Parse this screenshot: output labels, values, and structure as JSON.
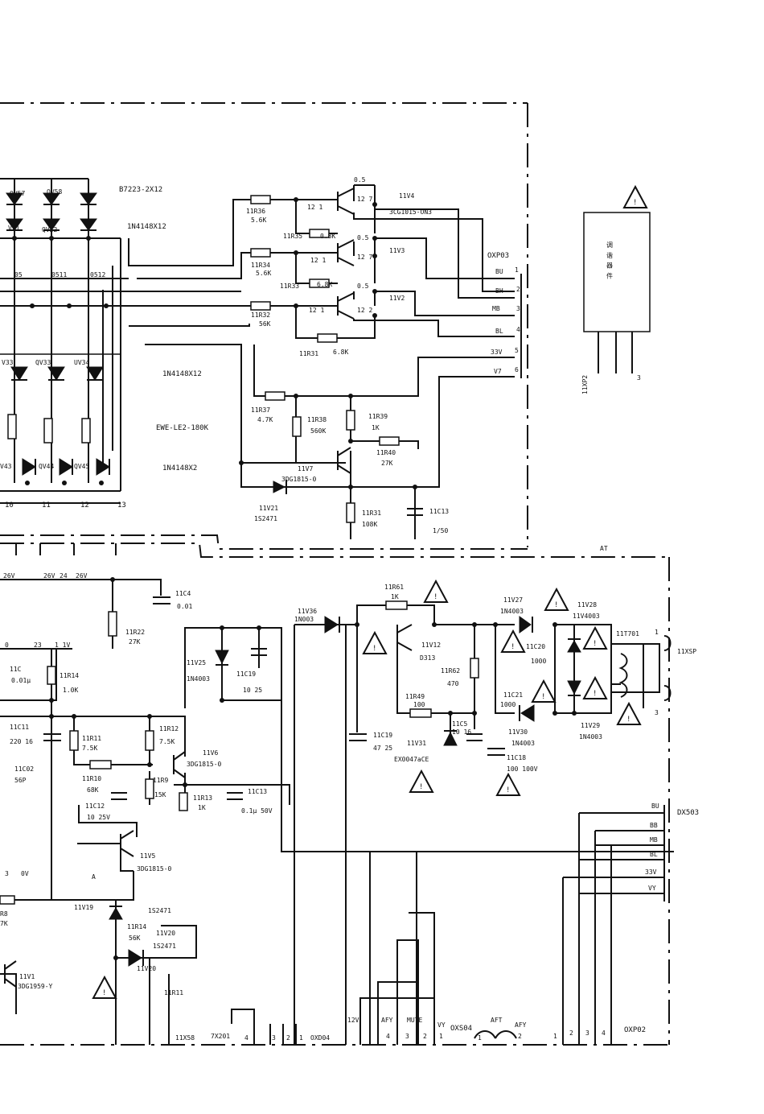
{
  "notes": {
    "b7223": "B7223-2X12",
    "in4148x12_top": "1N4148X12",
    "in4148x12_mid": "1N4148X12",
    "ewe": "EWE-LE2-180K",
    "in4148x2": "1N4148X2"
  },
  "led_switch": {
    "qv57": "QV57",
    "qv58": "QV58",
    "v21": "V21",
    "qv22": "QV22",
    "n05": "05",
    "n0511": "0511",
    "n0512": "0512",
    "v33": "V33",
    "qv33": "QV33",
    "uv34": "UV34",
    "v43": "V43",
    "qv44": "QV44",
    "qv45": "QV45",
    "p10": "10",
    "p11": "11",
    "p12": "12",
    "p13": "13"
  },
  "drivers": {
    "r36": "11R36",
    "r36v": "5.6K",
    "r35": "11R35",
    "r35v": "0.8K",
    "v4": "11V4",
    "v4type": "3CG1015-ON3",
    "v4_05": "0.5",
    "v4_121": "12 1",
    "v4_127": "12 7",
    "r34": "11R34",
    "r34v": "5.6K",
    "r33": "11R33",
    "r33v": "6.8K",
    "v3": "11V3",
    "v3_05": "0.5",
    "v3_121": "12 1",
    "v3_127": "12 7",
    "r32": "11R32",
    "r32v": "56K",
    "r31": "11R31",
    "r31v": "6.8K",
    "v2": "11V2",
    "v2_05": "0.5",
    "v2_121": "12 1",
    "v2_122": "12 2",
    "r37": "11R37",
    "r37v": "4.7K",
    "r38": "11R38",
    "r38v": "560K",
    "r39": "11R39",
    "r39v": "1K",
    "r40": "11R40",
    "r40v": "27K",
    "v7": "11V7",
    "v7type": "3DG1815-0",
    "v21": "11V21",
    "v21type": "1S2471",
    "r31b": "11R31",
    "r31bv": "108K",
    "c13": "11C13",
    "c13v": "1/50"
  },
  "oxp03": {
    "title": "OXP03",
    "pins": [
      {
        "name": "BU",
        "num": "1"
      },
      {
        "name": "BH",
        "num": "2"
      },
      {
        "name": "MB",
        "num": "3"
      },
      {
        "name": "BL",
        "num": "4"
      },
      {
        "name": "33V",
        "num": "5"
      },
      {
        "name": "V7",
        "num": "6"
      }
    ]
  },
  "tuner": {
    "label": "11XP2",
    "pin3": "3",
    "chars": "调 谐 器 件"
  },
  "lower_left": {
    "v26a": "26V",
    "v26b": "26V",
    "n24": "24",
    "v26c": "26V",
    "c4": "11C4",
    "c4v": "0.01",
    "r22": "11R22",
    "r22v": "27K",
    "n0": "0",
    "n23": "23",
    "n11v": "1 1V",
    "c1": "11C",
    "c1v": "0.01µ",
    "r14": "11R14",
    "r14v": "1.0K",
    "c11": "11C11",
    "c11v": "220 16",
    "c02": "11C02",
    "c02v": "56P",
    "r11": "11R11",
    "r11v": "7.5K",
    "r12": "11R12",
    "r12v": "7.5K",
    "r10": "11R10",
    "r10v": "68K",
    "r9": "11R9",
    "r9v": "15K",
    "c12": "11C12",
    "c12v": "10 25V",
    "v6": "11V6",
    "v6type": "3DG1815-0",
    "r13": "11R13",
    "r13v": "1K",
    "c13b": "11C13",
    "c13bv": "0.1µ 50V",
    "v25": "11V25",
    "v25type": "1N4003",
    "c19": "11C19",
    "c19v": "10 25",
    "v5": "11V5",
    "v5type": "3DG1815-0",
    "a": "A",
    "v19": "11V19",
    "s2471a": "1S2471",
    "r14b": "11R14",
    "r14bv": "56K",
    "v20": "11V20",
    "s2471b": "1S2471",
    "v20b": "11V20",
    "r11b": "11R11",
    "v1": "11V1",
    "v1type": "3DG1959-Y",
    "n3": "3",
    "n0v": "0V",
    "r8": "R8",
    "k7": "7K",
    "x58": "11X58",
    "x201": "7X201",
    "oxd04": "OXD04",
    "x201pins": [
      "4",
      "3",
      "2",
      "1"
    ]
  },
  "audio": {
    "v36": "11V36",
    "v36type": "1N003",
    "r61": "11R61",
    "r61v": "1K",
    "v12": "11V12",
    "v12type": "D313",
    "r62": "11R62",
    "r62v": "470",
    "r49": "11R49",
    "r49v": "100",
    "c5": "11C5",
    "c5v": "10 16",
    "c19b": "11C19",
    "c19bv": "47 25",
    "v31": "11V31",
    "v31type": "EX0047aCE",
    "v27": "11V27",
    "v27type": "1N4003",
    "v28": "11V28",
    "v28type": "11V4003",
    "c20": "11C20",
    "c20v": "1000",
    "c21": "11C21",
    "c21v": "1000",
    "v29": "11V29",
    "v29type": "1N4003",
    "v30": "11V30",
    "v30type": "1N4003",
    "c18": "11C18",
    "c18v": "100 100V",
    "t701": "11T701",
    "t1": "1",
    "t3": "3",
    "xsp": "11XSP",
    "at": "AT"
  },
  "dx503": {
    "title": "DX503",
    "pins": [
      "BU",
      "BB",
      "MB",
      "BL",
      "33V",
      "VY"
    ]
  },
  "oxs04": {
    "title": "OXS04",
    "labels": [
      "12V",
      "AFY",
      "MUTE",
      "VY"
    ],
    "nums": [
      "4",
      "3",
      "2",
      "1"
    ],
    "aft": "AFT",
    "afy": "AFY",
    "n1": "1",
    "n2": "2"
  },
  "oxp02": {
    "title": "OXP02",
    "nums": [
      "1",
      "2",
      "3",
      "4"
    ]
  }
}
